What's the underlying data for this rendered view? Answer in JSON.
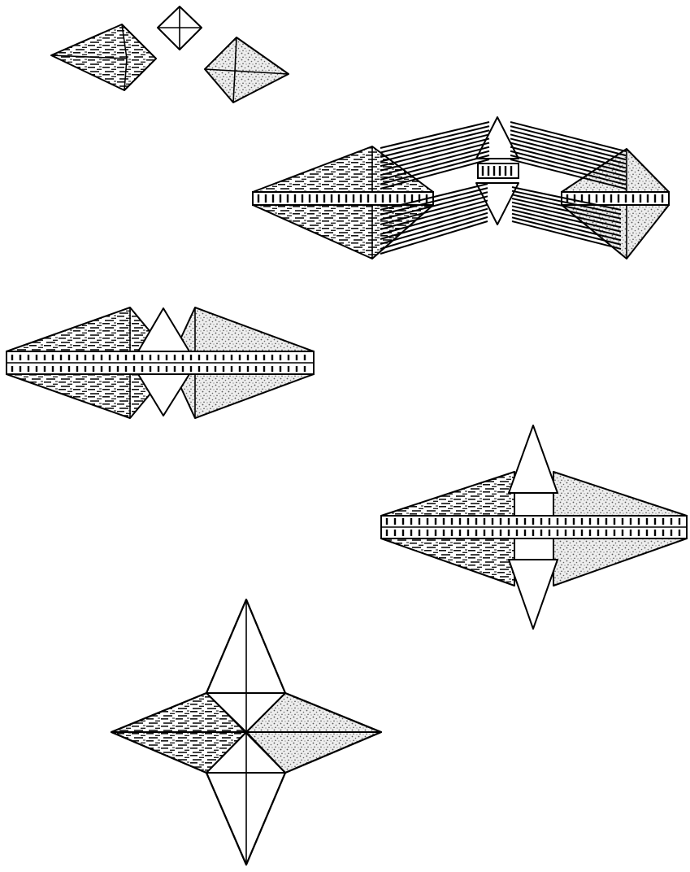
{
  "figure": {
    "description_free": true,
    "fill_styles": {
      "streaked": "#222222",
      "speckled": "#9a9a9a",
      "plain": "#ffffff"
    },
    "steps": [
      {
        "id": "step-1",
        "parts": [
          "streaked-octahedron",
          "small-plain-octahedron",
          "speckled-octahedron"
        ]
      },
      {
        "id": "step-2",
        "parts": [
          "streaked-octahedron",
          "plain-octahedron",
          "speckled-octahedron"
        ]
      },
      {
        "id": "step-3",
        "parts": [
          "streaked-half",
          "plain-half",
          "speckled-half"
        ]
      },
      {
        "id": "step-4",
        "parts": [
          "streaked-half",
          "plain-half",
          "speckled-half"
        ]
      },
      {
        "id": "step-5",
        "parts": [
          "streaked-quarter",
          "plain-quarter",
          "speckled-quarter"
        ]
      }
    ]
  }
}
